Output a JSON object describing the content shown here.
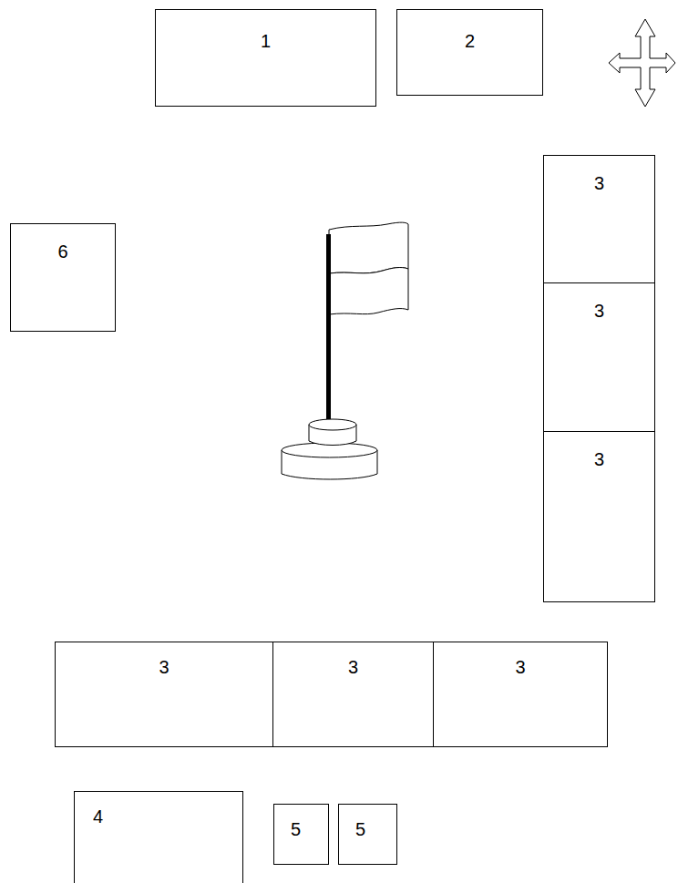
{
  "diagram": {
    "nodes": [
      {
        "text": [
          "1"
        ]
      },
      {
        "text": [
          "2"
        ]
      },
      {
        "text": [
          "3"
        ]
      },
      {
        "text": [
          "6"
        ]
      },
      {
        "text": [
          "3"
        ]
      },
      {
        "text": [
          "3"
        ]
      },
      {
        "text": [
          "3"
        ]
      },
      {
        "text": [
          "3"
        ]
      },
      {
        "text": [
          "3"
        ]
      },
      {
        "text": [
          "4"
        ]
      },
      {
        "text": [
          "5"
        ]
      },
      {
        "text": [
          "5"
        ]
      }
    ]
  }
}
